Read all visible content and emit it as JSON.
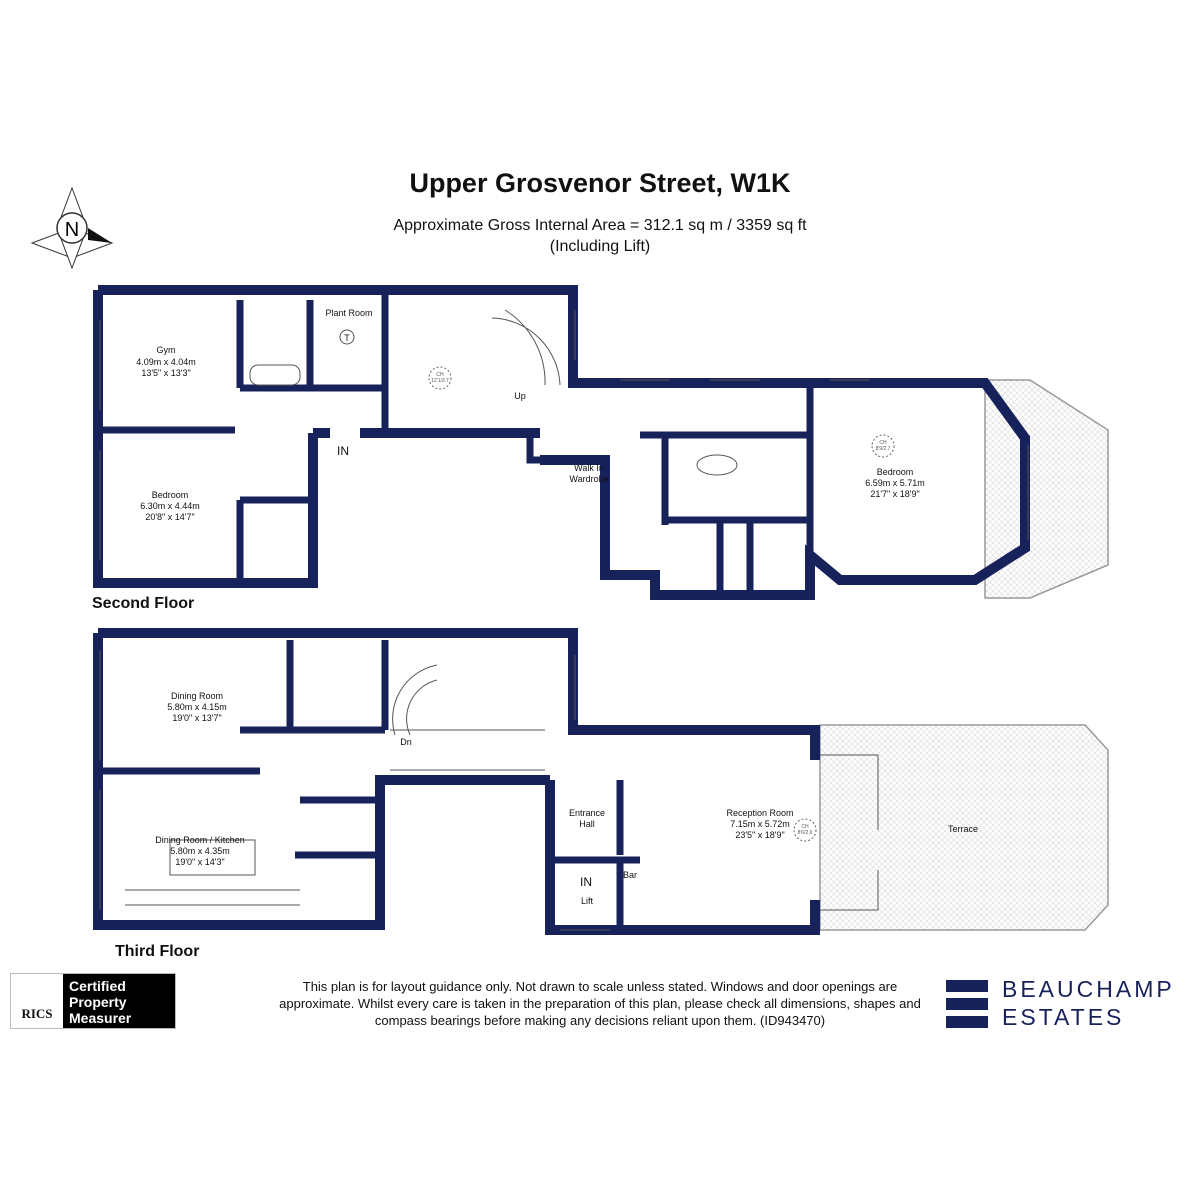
{
  "header": {
    "title": "Upper Grosvenor Street, W1K",
    "area": "Approximate Gross Internal Area = 312.1 sq m / 3359 sq ft",
    "area_note": "(Including Lift)"
  },
  "compass": {
    "label": "N"
  },
  "second_floor": {
    "label": "Second Floor",
    "gym": {
      "name": "Gym",
      "metric": "4.09m x 4.04m",
      "imperial": "13'5\" x 13'3\""
    },
    "plant_room": {
      "name": "Plant Room",
      "symbol": "T"
    },
    "bedroom1": {
      "name": "Bedroom",
      "metric": "6.30m x 4.44m",
      "imperial": "20'8\" x 14'7\""
    },
    "bedroom2": {
      "name": "Bedroom",
      "metric": "6.59m x 5.71m",
      "imperial": "21'7\" x 18'9\"",
      "ch": "CH",
      "ch_value": "8'9/2.7"
    },
    "landing": {
      "ch": "CH",
      "ch_value": "12'1/3.7",
      "stairs": "Up"
    },
    "walk_in_wardrobe": {
      "line1": "Walk In",
      "line2": "Wardrobe"
    },
    "entry": "IN"
  },
  "third_floor": {
    "label": "Third Floor",
    "dining_room": {
      "name": "Dining Room",
      "metric": "5.80m x 4.15m",
      "imperial": "19'0\" x 13'7\""
    },
    "kitchen": {
      "name": "Dining Room / Kitchen",
      "metric": "5.80m x 4.35m",
      "imperial": "19'0\" x 14'3\""
    },
    "stairs": "Dn",
    "entrance_hall": {
      "line1": "Entrance",
      "line2": "Hall"
    },
    "lift": {
      "entry": "IN",
      "name": "Lift"
    },
    "bar": "Bar",
    "reception": {
      "name": "Reception Room",
      "metric": "7.15m x 5.72m",
      "imperial": "23'5\" x 18'9\"",
      "ch": "CH",
      "ch_value": "8'6/2.6"
    },
    "terrace": "Terrace"
  },
  "footer": {
    "rics": {
      "logo": "RICS",
      "line1": "Certified",
      "line2": "Property",
      "line3": "Measurer"
    },
    "disclaimer": "This plan is for layout guidance only. Not drawn to scale unless stated. Windows and door openings are approximate. Whilst every care is taken in the preparation of this plan, please check all dimensions, shapes and compass bearings before making any decisions reliant upon them. (ID943470)",
    "brand_line1": "BEAUCHAMP",
    "brand_line2": "ESTATES"
  },
  "colors": {
    "wall": "#17215a",
    "terrace": "#eeeeee"
  }
}
